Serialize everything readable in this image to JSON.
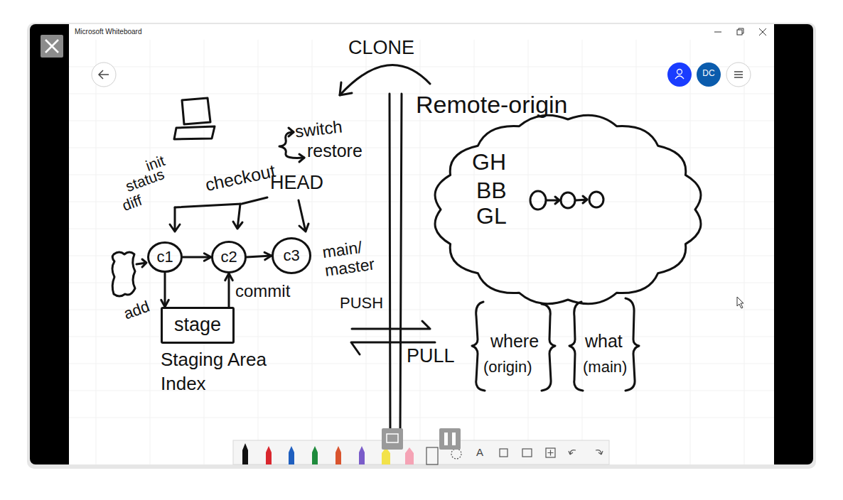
{
  "diagram": {
    "nodes": [
      {
        "text": [
          "c1"
        ]
      },
      {
        "text": [
          "c2"
        ]
      },
      {
        "text": [
          "c3"
        ]
      },
      {
        "text": [
          "stage",
          "Staging Area Index"
        ]
      },
      {
        "text": [
          "GH",
          "BB",
          "GL"
        ]
      }
    ],
    "edges": [
      {
        "from": 0,
        "to": 1,
        "arrow": "to"
      },
      {
        "from": 1,
        "to": 2,
        "arrow": "to"
      },
      {
        "from": 0,
        "to": 3,
        "label": "add",
        "arrow": "to"
      },
      {
        "from": 3,
        "to": 1,
        "label": "commit",
        "arrow": "to"
      }
    ],
    "labels": [
      "Microsoft Whiteboard",
      "CLONE",
      "Remote-origin",
      "init",
      "status",
      "diff",
      "checkout",
      "switch",
      "restore",
      "HEAD",
      "main/ master",
      "PUSH",
      "PULL",
      "where",
      "(origin)",
      "what",
      "(main)",
      "DC",
      "A"
    ]
  }
}
